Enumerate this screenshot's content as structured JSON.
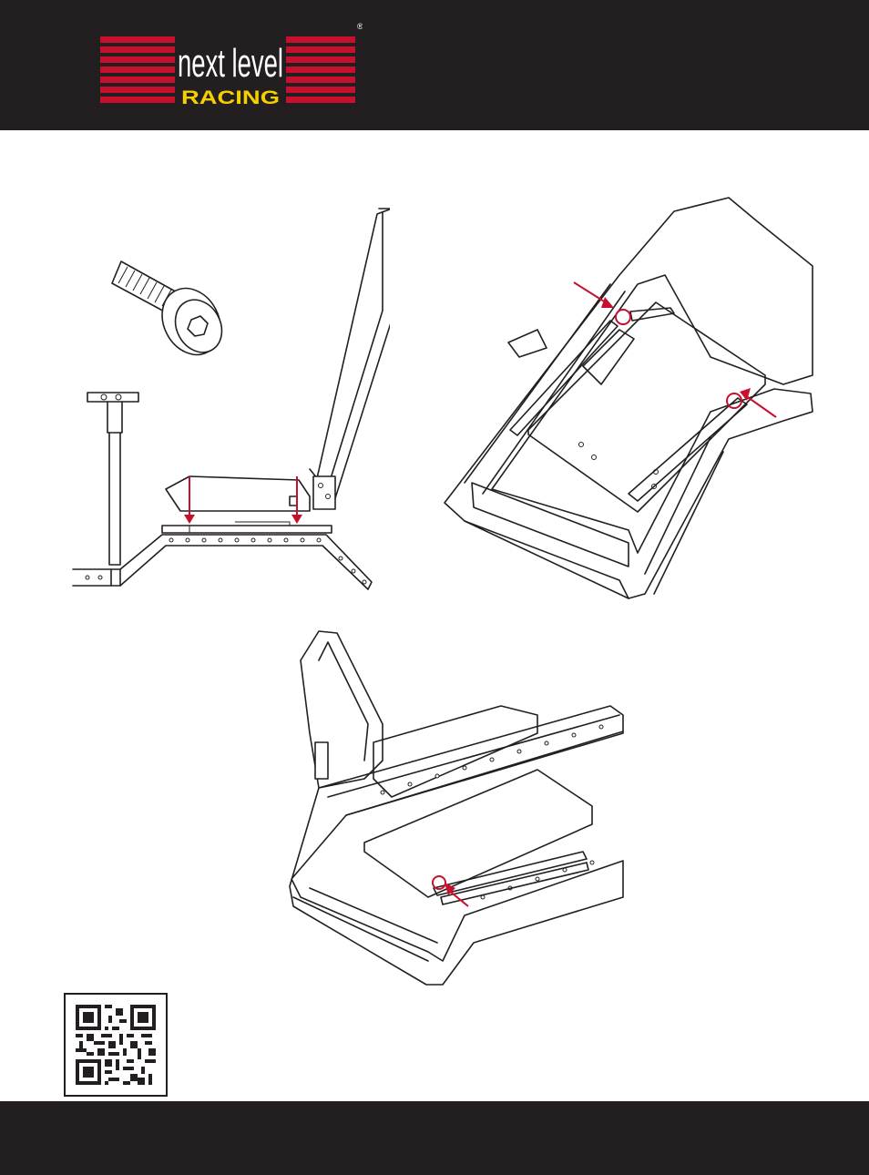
{
  "brand": {
    "name_line1": "next level",
    "name_line2": "RACING",
    "registered": "®",
    "colors": {
      "red": "#c8102e",
      "yellow": "#f5d000",
      "dark": "#231f20"
    }
  },
  "figures": [
    {
      "name": "seat-placement-side-view",
      "icon": "bolt-icon"
    },
    {
      "name": "seat-rail-bolt-front-view"
    },
    {
      "name": "seat-rail-bolt-rear-view"
    }
  ],
  "qr": {
    "icon": "qr-code-icon"
  },
  "accent_color": "#c8102e"
}
